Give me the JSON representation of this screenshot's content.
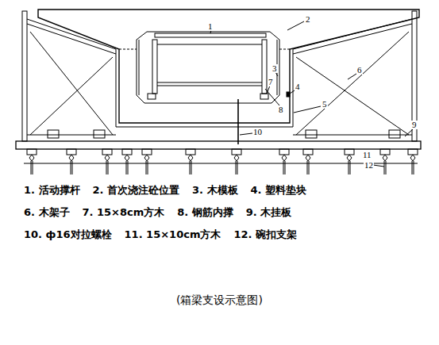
{
  "diagram": {
    "caption": "(箱梁支设示意图)",
    "labels": [
      "1",
      "2",
      "3",
      "4",
      "5",
      "6",
      "7",
      "8",
      "9",
      "10",
      "11",
      "12",
      "1. 活动撑杆",
      "2. 首次浇注砼位置",
      "3. 木模板",
      "4. 塑料垫块",
      "6. 木架子",
      "7. 15×8cm方木",
      "8. 钢筋内撑",
      "9. 木挂板",
      "10. ф16对拉螺栓",
      "11. 15×10cm方木",
      "12. 碗扣支架"
    ]
  }
}
